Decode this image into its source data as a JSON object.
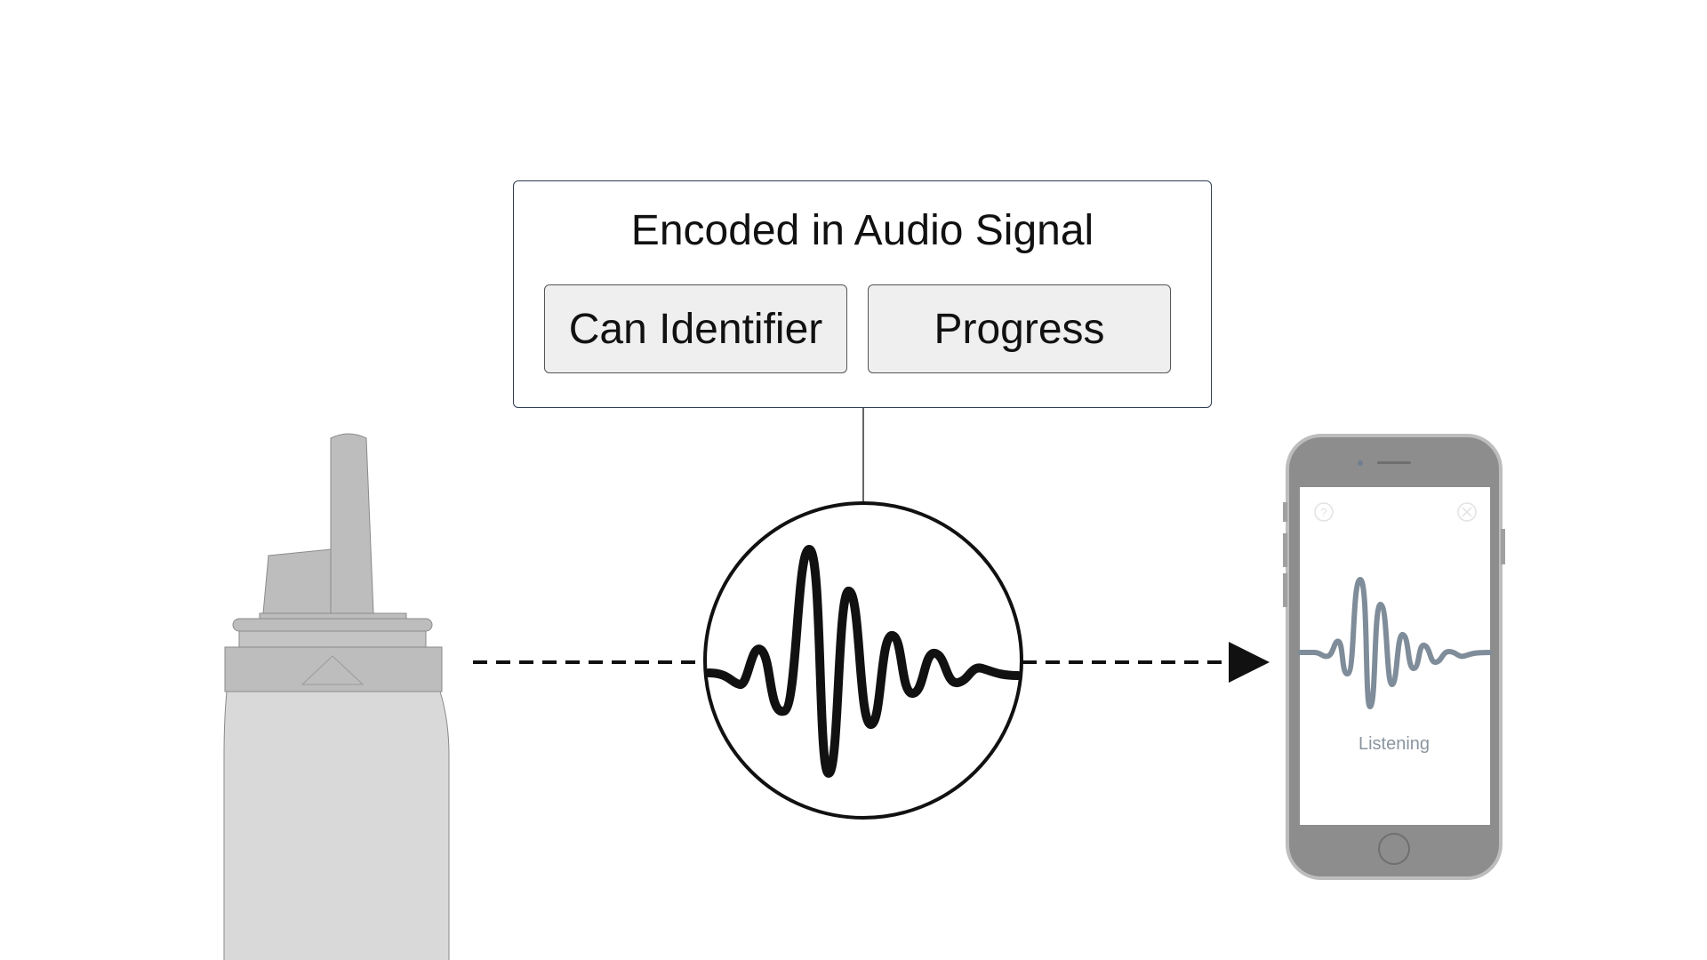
{
  "header": {
    "title": "Encoded in Audio Signal",
    "fields": [
      {
        "label": "Can Identifier"
      },
      {
        "label": "Progress"
      }
    ]
  },
  "phone": {
    "status_text": "Listening",
    "help_icon": "question-circle-icon",
    "close_icon": "close-circle-icon"
  },
  "icons": {
    "can": "spray-can-icon",
    "signal": "audio-waveform-icon",
    "arrow": "arrow-right-icon"
  },
  "colors": {
    "can_fill": "#d9d9d9",
    "can_cap": "#bdbdbd",
    "phone_body": "#8d8d8d",
    "phone_wave": "#7f8c99",
    "box_border": "#2f3e52",
    "field_fill": "#efefef"
  }
}
